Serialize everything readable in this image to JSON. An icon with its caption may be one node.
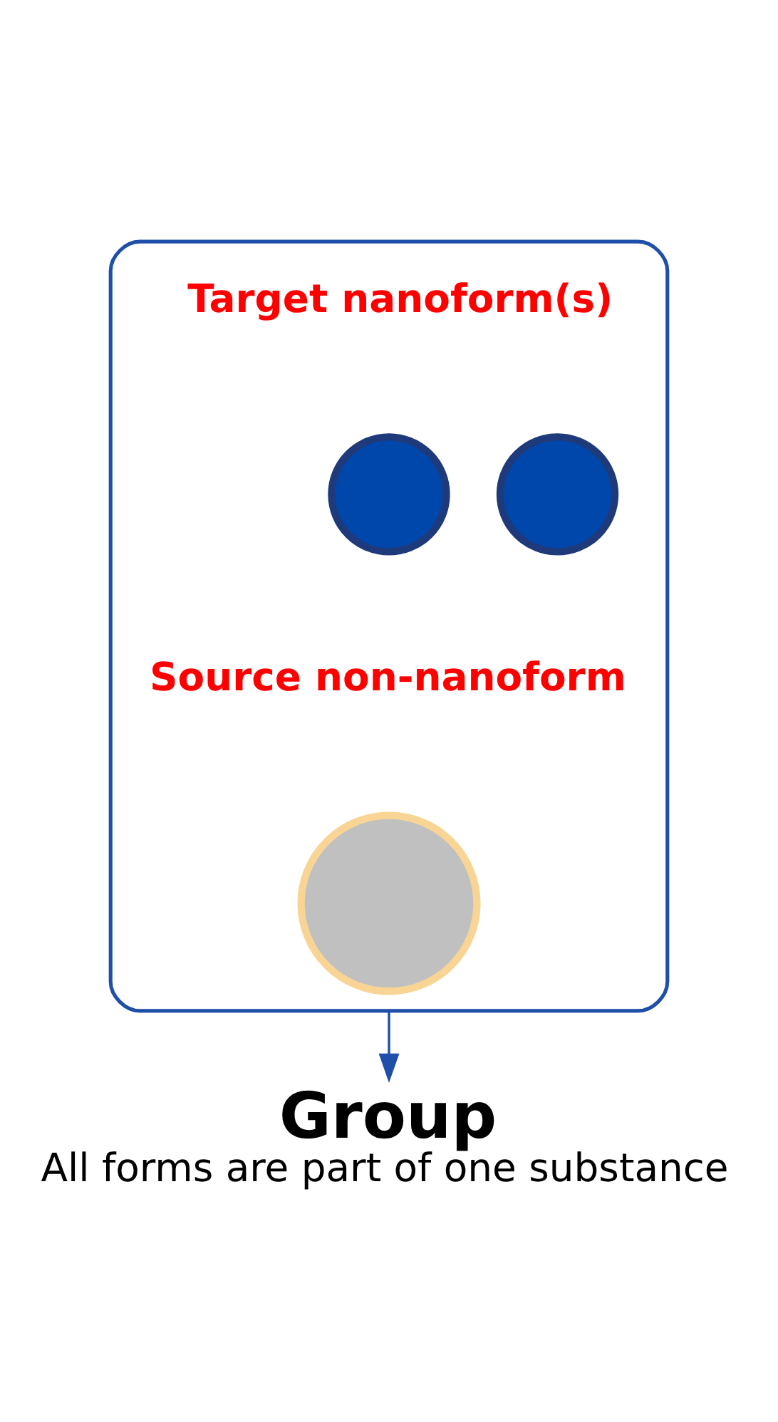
{
  "diagram": {
    "nodes": [
      {
        "text": [],
        "shape": "bracket"
      },
      {
        "text": [],
        "shape": "circle",
        "in": 0
      },
      {
        "text": [],
        "shape": "circle",
        "in": 0
      },
      {
        "text": [],
        "shape": "circle",
        "in": 0
      },
      {
        "text": [
          "Group",
          "All forms are part of one substance"
        ]
      }
    ],
    "edges": [
      {
        "from": 0,
        "to": 4,
        "arrow": "to"
      }
    ],
    "labels": [
      "Target nanoform(s)",
      "Source non-nanoform"
    ]
  }
}
